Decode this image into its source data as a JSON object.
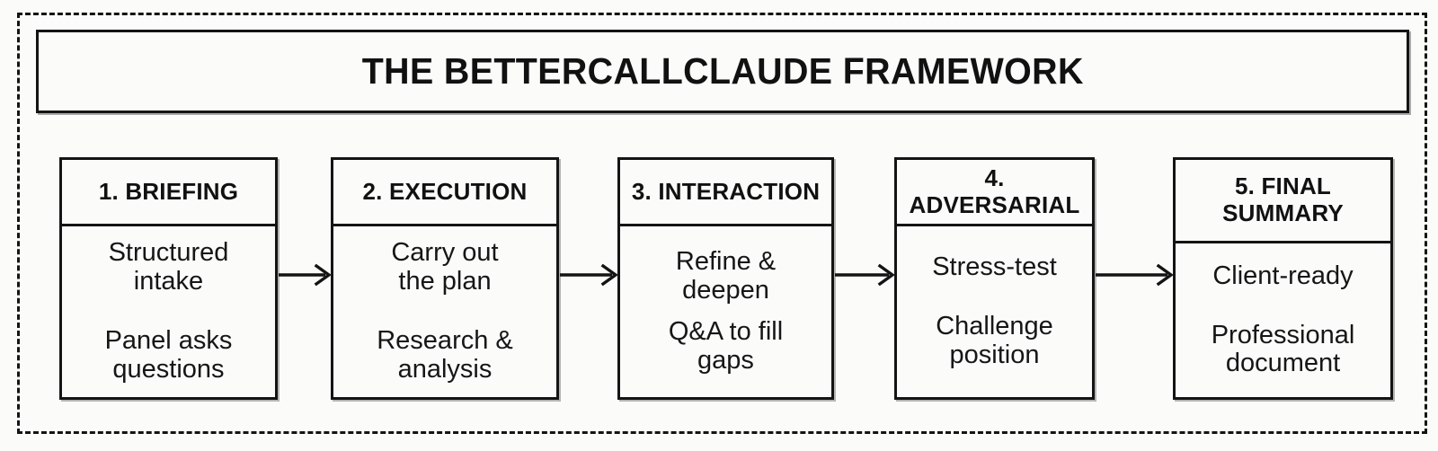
{
  "diagram": {
    "title": "THE BETTERCALLCLAUDE FRAMEWORK",
    "colors": {
      "background": "#fbfbfa",
      "stroke": "#141414",
      "text": "#111111"
    },
    "stages": [
      {
        "header": "1. BRIEFING",
        "lines": [
          "Structured\nintake",
          "Panel asks\nquestions"
        ]
      },
      {
        "header": "2. EXECUTION",
        "lines": [
          "Carry out\nthe plan",
          "Research &\nanalysis"
        ]
      },
      {
        "header": "3. INTERACTION",
        "lines": [
          "Refine &\ndeepen",
          "Q&A to fill\ngaps"
        ]
      },
      {
        "header": "4. ADVERSARIAL",
        "lines": [
          "Stress-test",
          "Challenge\nposition"
        ]
      },
      {
        "header": "5. FINAL\nSUMMARY",
        "lines": [
          "Client-ready",
          "Professional\ndocument"
        ]
      }
    ],
    "connectors": [
      {
        "name": "arrow-briefing-to-execution"
      },
      {
        "name": "arrow-execution-to-interaction"
      },
      {
        "name": "arrow-interaction-to-adversarial"
      },
      {
        "name": "arrow-adversarial-to-final-summary"
      }
    ]
  }
}
